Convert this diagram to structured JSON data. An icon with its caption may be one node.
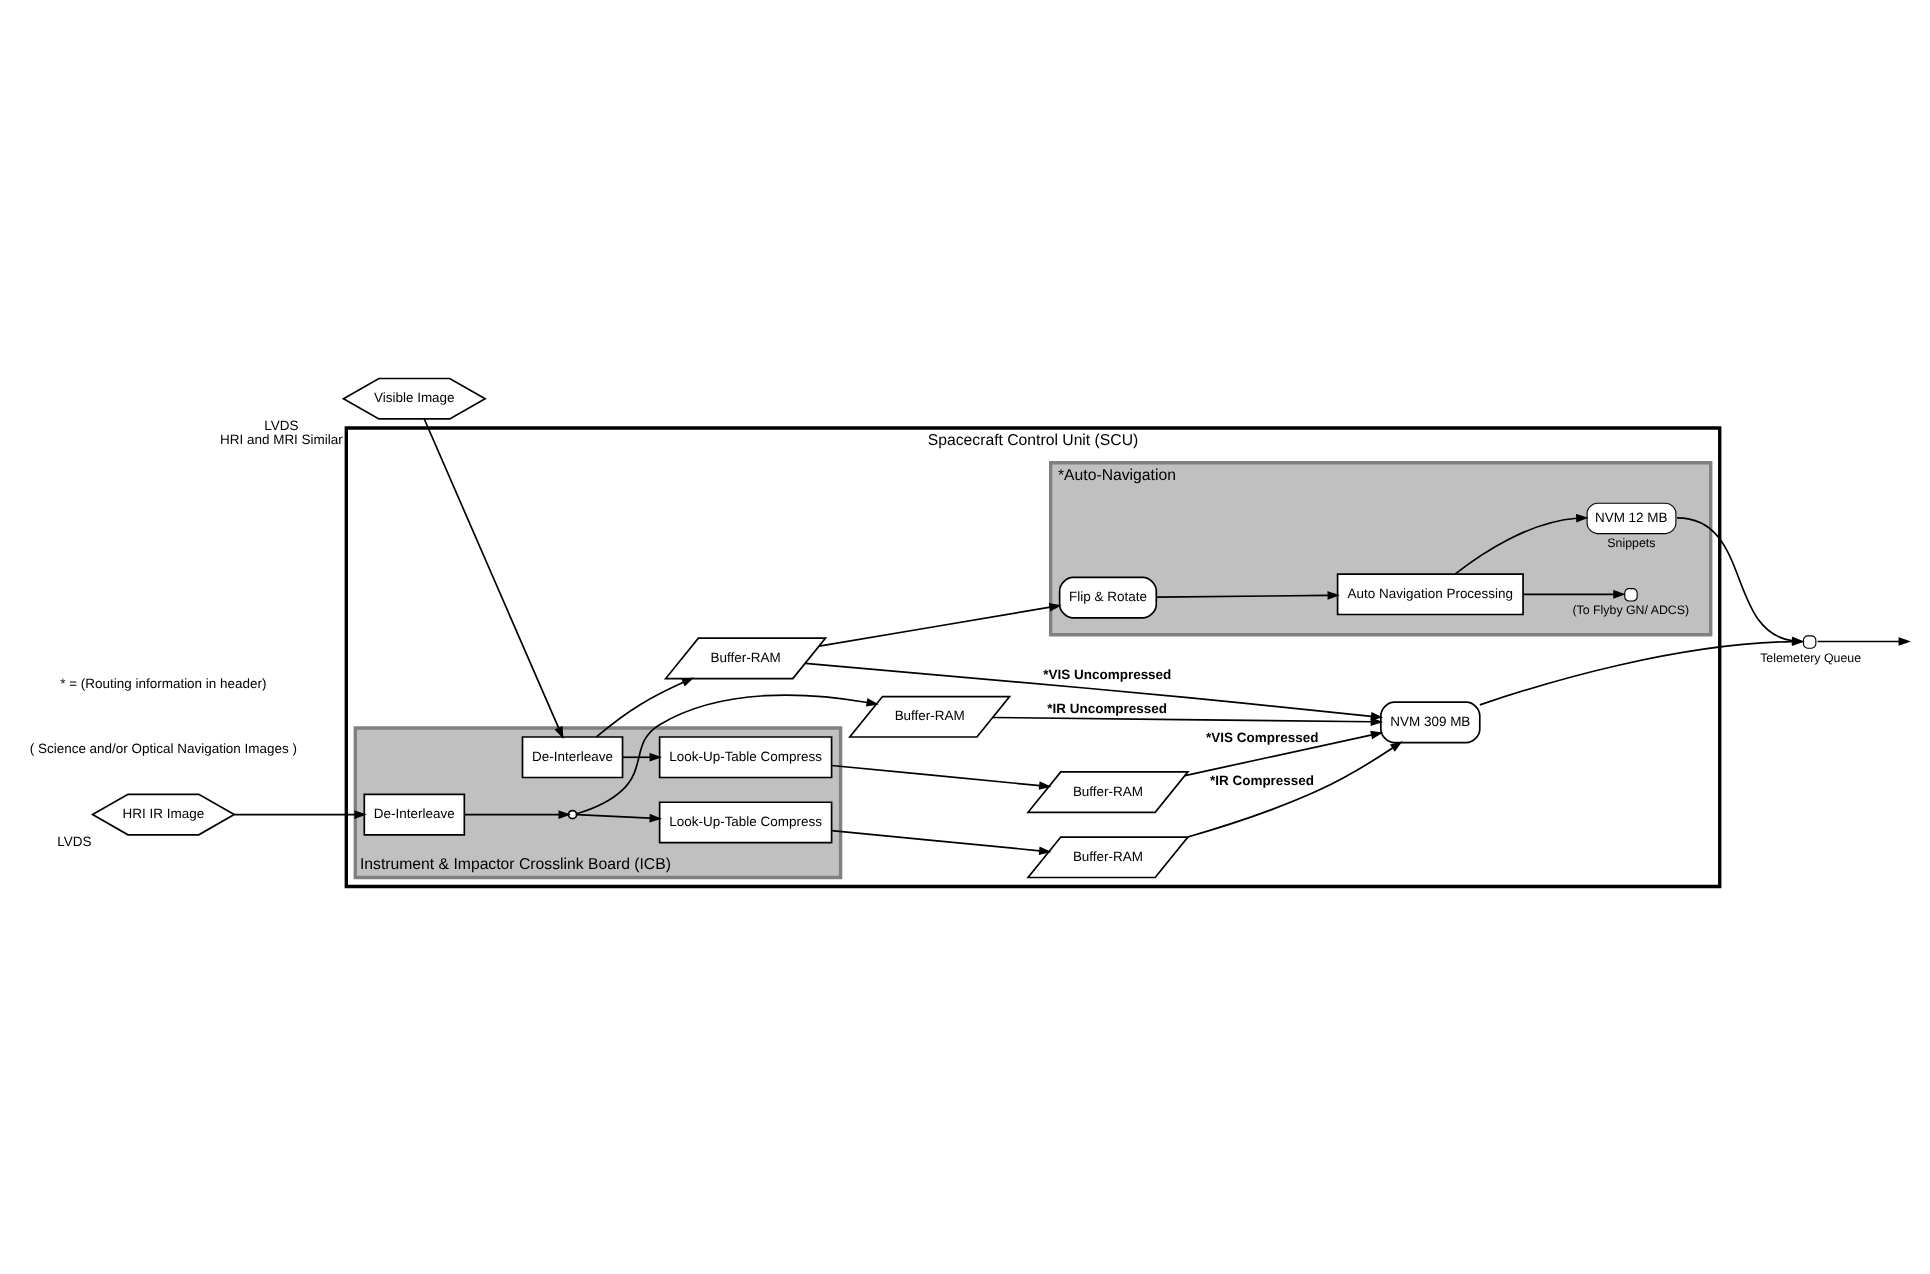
{
  "diagram": {
    "nodes": [
      {
        "text": [
          "Spacecraft Control Unit (SCU)"
        ]
      },
      {
        "text": [
          "Instrument & Impactor Crosslink Board (ICB)"
        ],
        "in": 0
      },
      {
        "text": [
          "*Auto-Navigation"
        ],
        "in": 0
      },
      {
        "text": [
          "Visible Image"
        ],
        "beside": [
          "LVDS",
          "HRI and MRI Similar"
        ]
      },
      {
        "text": [
          "HRI IR Image"
        ],
        "beside": [
          "LVDS"
        ]
      },
      {
        "text": [
          "De-Interleave"
        ],
        "in": 1
      },
      {
        "text": [
          "Look-Up-Table Compress"
        ],
        "in": 1
      },
      {
        "text": [
          "De-Interleave"
        ],
        "in": 1
      },
      {
        "text": [
          "Look-Up-Table Compress"
        ],
        "in": 1
      },
      {
        "text": [],
        "shape": "switch",
        "in": 1
      },
      {
        "text": [
          "Buffer-RAM"
        ],
        "in": 0
      },
      {
        "text": [
          "Buffer-RAM"
        ],
        "in": 0
      },
      {
        "text": [
          "Buffer-RAM"
        ],
        "in": 0
      },
      {
        "text": [
          "Buffer-RAM"
        ],
        "in": 0
      },
      {
        "text": [
          "Flip & Rotate"
        ],
        "in": 2
      },
      {
        "text": [
          "Auto Navigation Processing"
        ],
        "in": 2
      },
      {
        "text": [
          "NVM 12 MB"
        ],
        "in": 2,
        "beside": [
          "Snippets"
        ]
      },
      {
        "text": [],
        "shape": "circle",
        "in": 2,
        "beside": [
          "(To Flyby GN/ ADCS)"
        ]
      },
      {
        "text": [
          "NVM 309 MB"
        ],
        "in": 0
      },
      {
        "text": [],
        "shape": "circle",
        "beside": [
          "Telemetery Queue"
        ]
      }
    ],
    "edges": [
      {
        "from": 3,
        "to": 5,
        "arrow": "to"
      },
      {
        "from": 4,
        "to": 7,
        "arrow": "to"
      },
      {
        "from": 5,
        "to": 10,
        "arrow": "to"
      },
      {
        "from": 5,
        "to": 6,
        "arrow": "to"
      },
      {
        "from": 6,
        "to": 11,
        "arrow": "to"
      },
      {
        "from": 7,
        "to": 9,
        "arrow": "to"
      },
      {
        "from": 9,
        "to": 12,
        "arrow": "to"
      },
      {
        "from": 9,
        "to": 8,
        "arrow": "to"
      },
      {
        "from": 8,
        "to": 13,
        "arrow": "to"
      },
      {
        "from": 10,
        "to": 14,
        "arrow": "to"
      },
      {
        "from": 10,
        "to": 18,
        "arrow": "to",
        "label": "*VIS Uncompressed"
      },
      {
        "from": 11,
        "to": 18,
        "arrow": "to",
        "label": "*VIS Compressed"
      },
      {
        "from": 12,
        "to": 18,
        "arrow": "to",
        "label": "*IR Uncompressed"
      },
      {
        "from": 13,
        "to": 18,
        "arrow": "to",
        "label": "*IR Compressed"
      },
      {
        "from": 14,
        "to": 15,
        "arrow": "to"
      },
      {
        "from": 15,
        "to": 16,
        "arrow": "to"
      },
      {
        "from": 15,
        "to": 17,
        "arrow": "to"
      },
      {
        "from": 16,
        "to": 19,
        "arrow": "to"
      },
      {
        "from": 18,
        "to": 19,
        "arrow": "to"
      },
      {
        "from": 19,
        "to": null,
        "arrow": "to"
      }
    ],
    "labels": [
      "( Science and/or Optical Navigation Images )",
      "* = (Routing information in header)"
    ]
  }
}
